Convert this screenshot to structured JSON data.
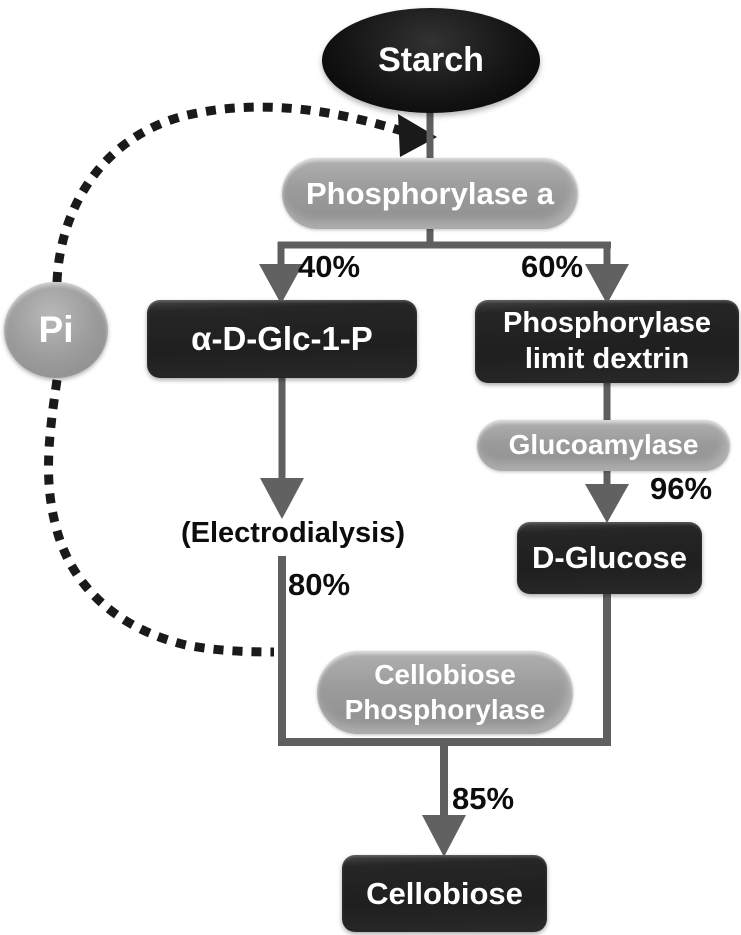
{
  "diagram": {
    "title_implicit": "Starch to cellobiose enzymatic conversion pathway",
    "nodes": {
      "starch": {
        "label": "Starch",
        "type": "substrate"
      },
      "phosphorylase_a": {
        "label": "Phosphorylase a",
        "type": "enzyme"
      },
      "glc1p": {
        "label": "α-D-Glc-1-P",
        "type": "substrate"
      },
      "limit_dextrin": {
        "label": "Phosphorylase\nlimit dextrin",
        "type": "substrate"
      },
      "glucoamylase": {
        "label": "Glucoamylase",
        "type": "enzyme"
      },
      "d_glucose": {
        "label": "D-Glucose",
        "type": "substrate"
      },
      "electrodialysis": {
        "label": "(Electrodialysis)",
        "type": "process"
      },
      "cellobiose_phosphorylase": {
        "label": "Cellobiose\nPhosphorylase",
        "type": "enzyme"
      },
      "cellobiose": {
        "label": "Cellobiose",
        "type": "product"
      },
      "pi": {
        "label": "Pi",
        "type": "cofactor"
      }
    },
    "edge_labels": {
      "left_branch_yield": "40%",
      "right_branch_yield": "60%",
      "glucoamylase_yield": "96%",
      "electrodialysis_yield": "80%",
      "cellobiose_yield": "85%"
    },
    "colors": {
      "dark_node": "#232323",
      "gray_node": "#9b9b9b",
      "connector": "#5f5f5f",
      "dotted_loop": "#1a1a1a",
      "node_text": "#ffffff",
      "label_text": "#0d0d0d",
      "background": "#ffffff"
    }
  }
}
